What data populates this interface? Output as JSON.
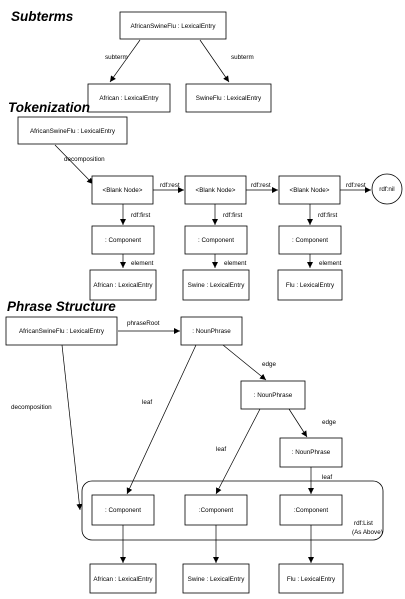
{
  "sections": {
    "subterms": "Subterms",
    "tokenization": "Tokenization",
    "phrase": "Phrase Structure"
  },
  "nodes": {
    "s_afs": "AfricanSwineFlu : LexicalEntry",
    "s_african": "African : LexicalEntry",
    "s_swineflu": "SwineFlu : LexicalEntry",
    "t_afs": "AfricanSwineFlu : LexicalEntry",
    "t_bn1": "<Blank Node>",
    "t_bn2": "<Blank Node>",
    "t_bn3": "<Blank Node>",
    "t_nil": "rdf:nil",
    "t_c1": ": Component",
    "t_c2": ": Component",
    "t_c3": ": Component",
    "t_african": "African : LexicalEntry",
    "t_swine": "Swine : LexicalEntry",
    "t_flu": "Flu : LexicalEntry",
    "p_afs": "AfricanSwineFlu : LexicalEntry",
    "p_np1": ": NounPhrase",
    "p_np2": ": NounPhrase",
    "p_np3": ": NounPhrase",
    "p_c1": ": Component",
    "p_c2": ":Component",
    "p_c3": ":Component",
    "p_african": "African : LexicalEntry",
    "p_swine": "Swine : LexicalEntry",
    "p_flu": "Flu : LexicalEntry",
    "p_list_line1": "rdf:List",
    "p_list_line2": "(As Above)"
  },
  "edges": {
    "subterm_left": "subterm",
    "subterm_right": "subterm",
    "decomposition": "decomposition",
    "rest1": "rdf:rest",
    "rest2": "rdf:rest",
    "rest3": "rdf:rest",
    "first1": "rdf:first",
    "first2": "rdf:first",
    "first3": "rdf:first",
    "element1": "element",
    "element2": "element",
    "element3": "element",
    "phraseRoot": "phraseRoot",
    "p_decomposition": "decomposition",
    "leaf1": "leaf",
    "edge1": "edge",
    "leaf2": "leaf",
    "edge2": "edge",
    "leaf3": "leaf"
  }
}
